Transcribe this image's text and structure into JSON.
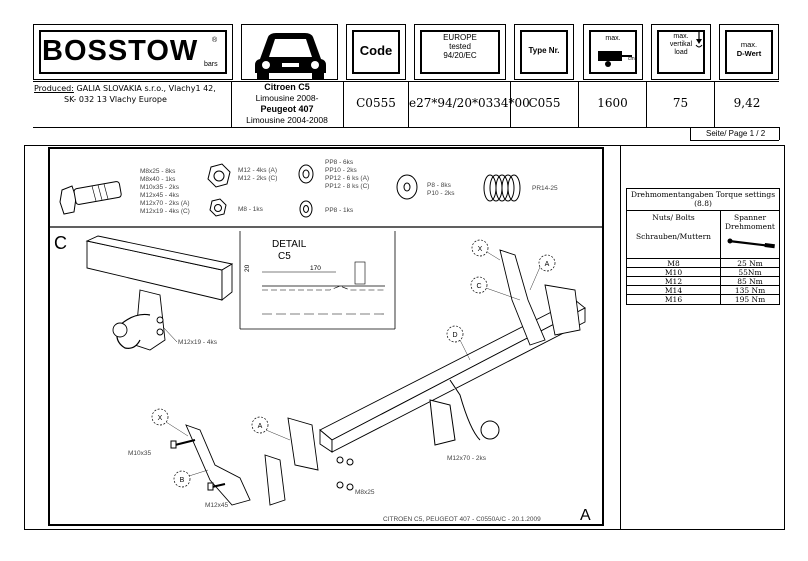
{
  "header": {
    "logo": {
      "brand": "BOSSTOW",
      "registered": "®",
      "sub": "bars"
    },
    "code_label": "Code",
    "europe_label": [
      "EUROPE",
      "tested",
      "94/20/EC"
    ],
    "type_label": "Type Nr.",
    "max_label": "max.",
    "max_unit": "cm",
    "vertical_label": [
      "max.",
      "vertikal",
      "load"
    ],
    "dwert_label": [
      "max.",
      "D-Wert"
    ]
  },
  "producer": {
    "label": "Produced:",
    "line1": "GALIA SLOVAKIA s.r.o., Vlachy1 42,",
    "line2": "SK- 032 13 Vlachy    Europe"
  },
  "vehicle": {
    "model1": "Citroen C5",
    "desc1": "Limousine 2008-",
    "model2": "Peugeot 407",
    "desc2": "Limousine 2004-2008"
  },
  "values": {
    "code": "C0555",
    "approval": "e27*94/20*0334*00",
    "type": "C055",
    "max": "1600",
    "vertical": "75",
    "dwert": "9,42"
  },
  "page_label": "Seite/ Page  1 / 2",
  "parts": {
    "bolts": [
      "M8x25 - 8ks",
      "M8x40 - 1ks",
      "M10x35 - 2ks",
      "M12x45 - 4ks",
      "M12x70 - 2ks (A)",
      "M12x19 - 4ks (C)"
    ],
    "nuts1": [
      "M12 - 4ks (A)",
      "M12 - 2ks (C)"
    ],
    "nut2": "M8 - 1ks",
    "washers1": [
      "PP8 - 6ks",
      "PP10 - 2ks",
      "PP12 - 6 ks (A)",
      "PP12 - 8 ks (C)"
    ],
    "washer2": "PP8 - 1ks",
    "spacers": [
      "P8 - 8ks",
      "P10 - 2ks"
    ],
    "spring": "PR14-25"
  },
  "drawing": {
    "c_letter": "C",
    "detail_title": "DETAIL",
    "detail_sub": "C5",
    "detail_dim1": "170",
    "detail_dim2": "20",
    "labels": {
      "x1": "X",
      "a1": "A",
      "c1": "C",
      "d1": "D",
      "x2": "X",
      "a2": "A",
      "b1": "B"
    },
    "callouts": {
      "m12x19": "M12x19 - 4ks",
      "m10x35": "M10x35",
      "m12x45": "M12x45",
      "m8x25": "M8x25",
      "m12x70": "M12x70 - 2ks"
    },
    "footer": "CITROEN C5, PEUGEOT 407 - C0550A/C - 20.1.2009",
    "sheet_letter": "A"
  },
  "torque": {
    "title": "Drehmomentangaben Torque settings",
    "grade": "(8.8)",
    "col1": [
      "Nuts/ Bolts",
      "Schrauben/Muttern"
    ],
    "col2": [
      "Spanner",
      "Drehmoment"
    ],
    "rows": [
      {
        "size": "M8",
        "value": "25 Nm"
      },
      {
        "size": "M10",
        "value": "55Nm"
      },
      {
        "size": "M12",
        "value": "85 Nm"
      },
      {
        "size": "M14",
        "value": "135 Nm"
      },
      {
        "size": "M16",
        "value": "195 Nm"
      }
    ]
  }
}
